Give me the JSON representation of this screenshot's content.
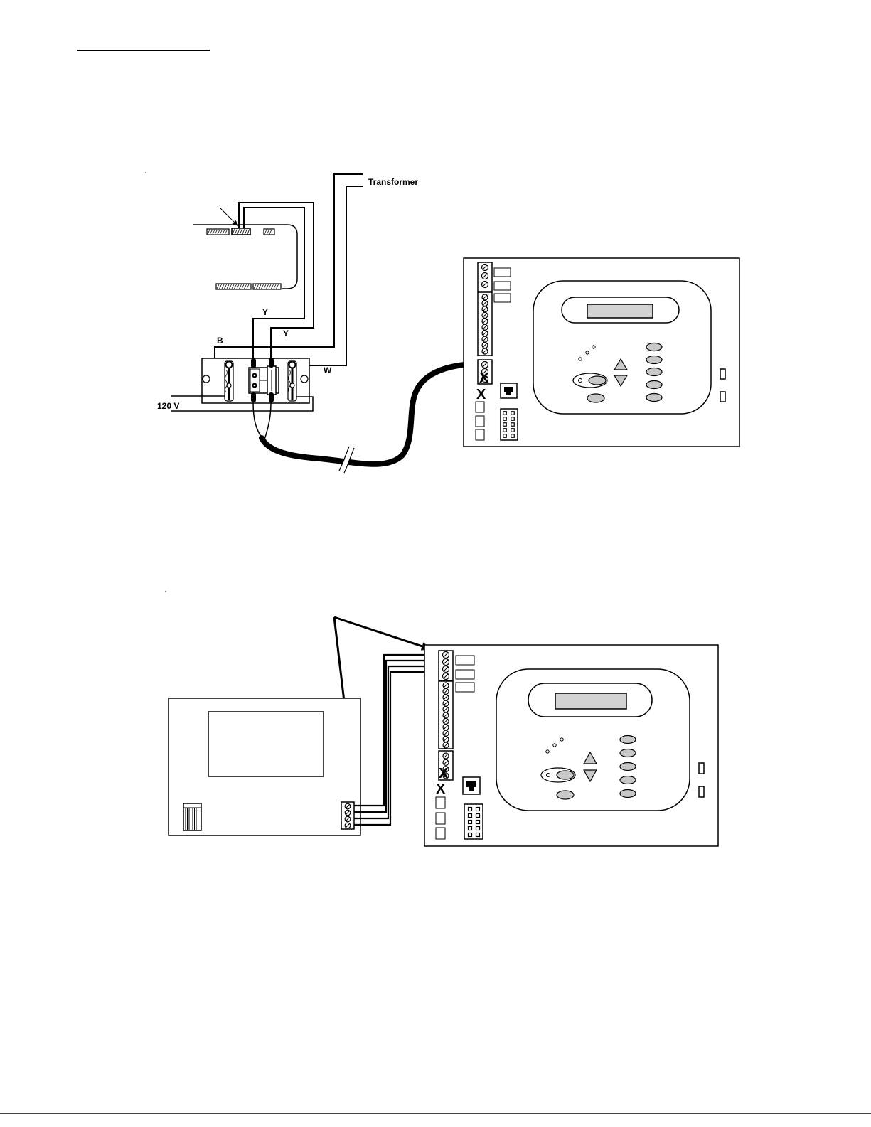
{
  "top_diagram": {
    "transformer_label": "Transformer",
    "wire_labels": {
      "y_inner": "Y",
      "y_outer": "Y",
      "b": "B",
      "w": "W"
    },
    "supply_label": "120 V",
    "control_panel": {
      "terminal_x_mark": "X",
      "jumper_x_mark": "X"
    }
  },
  "bottom_diagram": {
    "control_panel": {
      "terminal_x_mark": "X",
      "jumper_x_mark": "X"
    }
  },
  "colors": {
    "ink": "#000000",
    "paper": "#ffffff",
    "key_fill": "#c8c8c8",
    "lcd_fill": "#d2d2d2"
  }
}
